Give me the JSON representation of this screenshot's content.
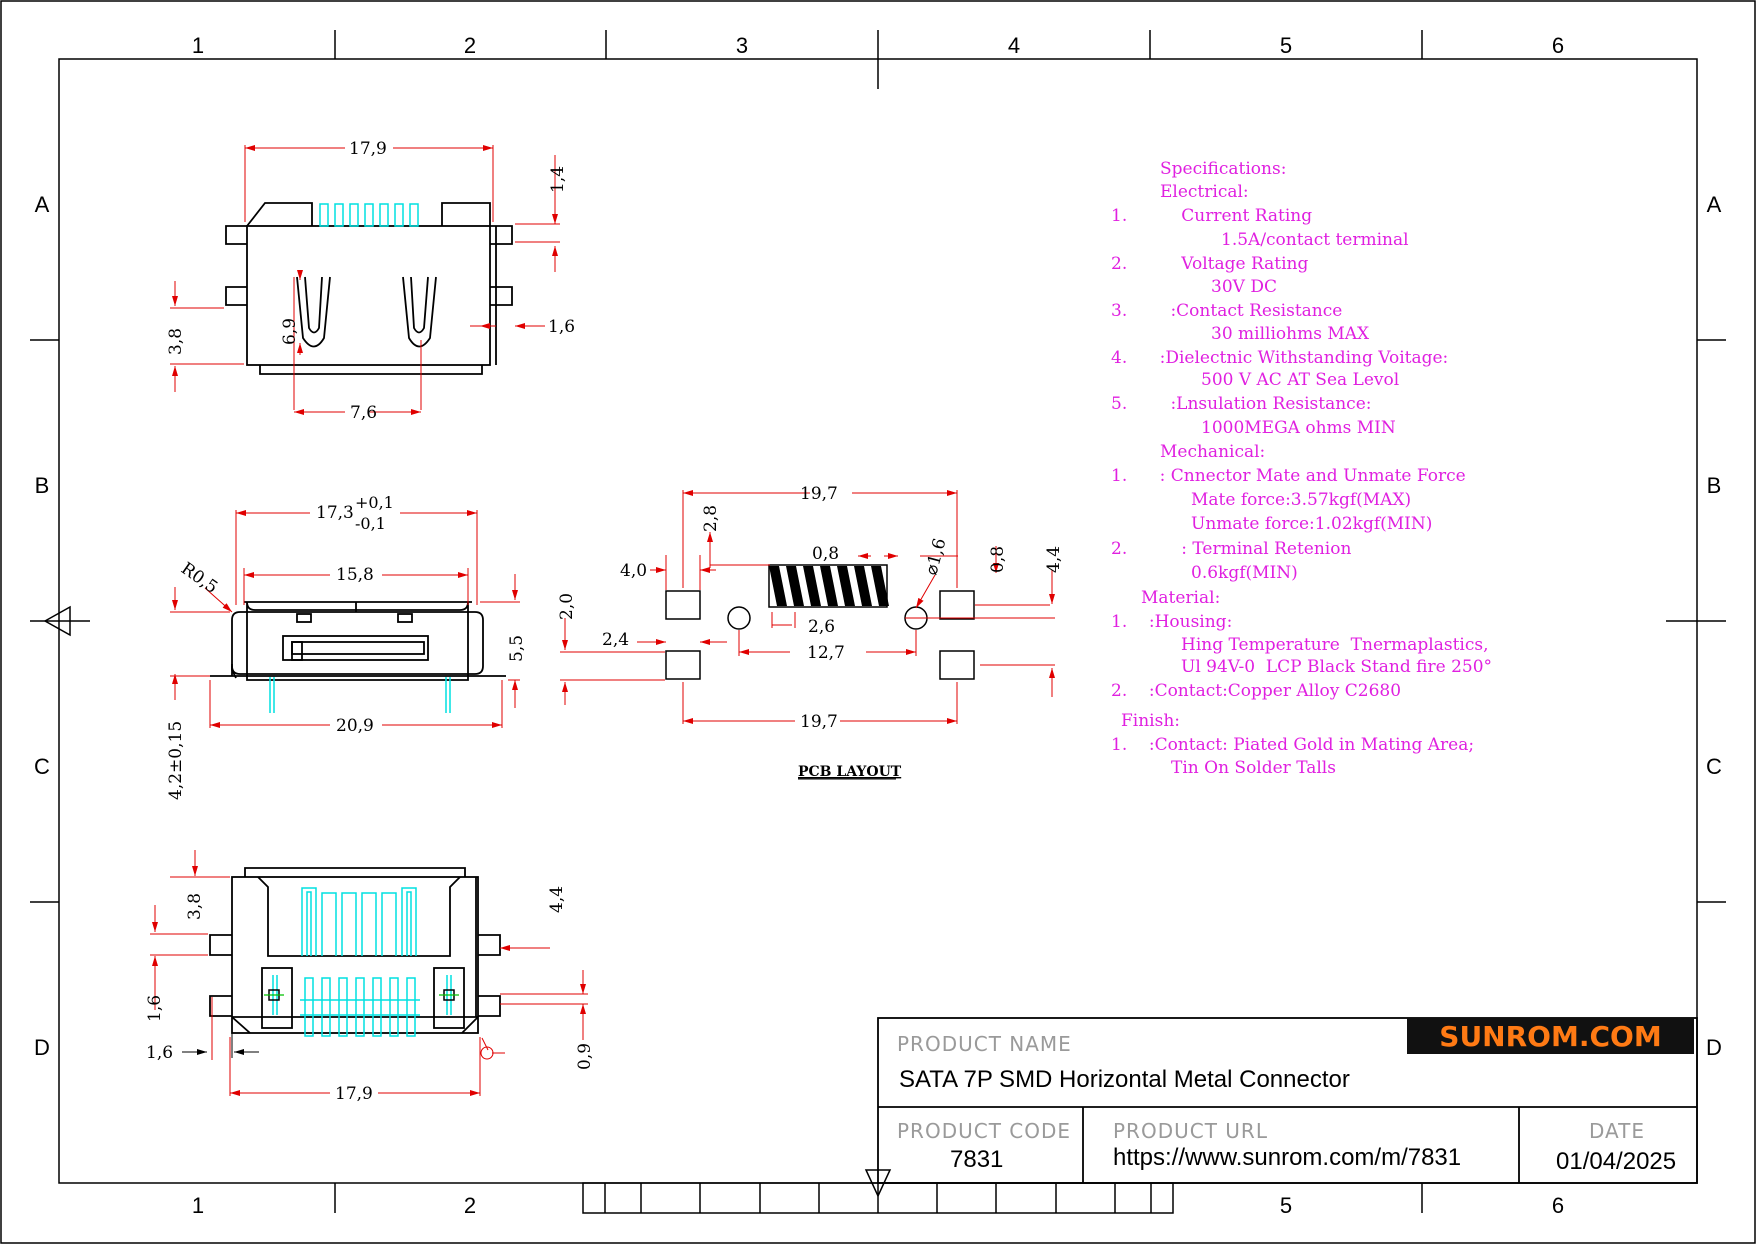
{
  "frame": {
    "columns": [
      "1",
      "2",
      "3",
      "4",
      "5",
      "6"
    ],
    "rows": [
      "A",
      "B",
      "C",
      "D"
    ]
  },
  "dimensions": {
    "top_width": "17,9",
    "top_right_height": "1,4",
    "top_pin_right": "1,6",
    "top_left_height": "3,8",
    "top_pin_height": "6,9",
    "top_pin_spacing": "7,6",
    "mid_width": "17,3",
    "mid_tol_plus": "+0,1",
    "mid_tol_minus": "-0,1",
    "mid_radius": "R0,5",
    "mid_inner_width": "15,8",
    "mid_height": "5,5",
    "mid_bottom_width": "20,9",
    "mid_total_height": "4,2±0,15",
    "pcb_top_width": "19,7",
    "pcb_pad_width": "4,0",
    "pcb_pad_gap": "2,8",
    "pcb_pitch": "0,8",
    "pcb_hole": "⌀1,6",
    "pcb_right_small": "0,8",
    "pcb_right_height": "4,4",
    "pcb_left_height": "2,0",
    "pcb_left_pad": "2,4",
    "pcb_pin_width": "2,6",
    "pcb_hole_span": "12,7",
    "pcb_bottom_width": "19,7",
    "bot_left_top": "3,8",
    "bot_right": "4,4",
    "bot_left_mid": "1,6",
    "bot_left_bottom": "1,6",
    "bot_right_bottom": "0,9",
    "bot_width": "17,9"
  },
  "pcb_layout_label": "PCB LAYOUT",
  "specifications": [
    "Specifications:",
    "Electrical:",
    "1.          Current Rating",
    "1.5A/contact terminal",
    "2.          Voltage Rating",
    "30V DC",
    "3.        :Contact Resistance",
    "30 milliohms MAX",
    "4.      :Dielectnic Withstanding Voitage:",
    "500 V AC AT Sea Levol",
    "5.        :Lnsulation Resistance:",
    "1000MEGA ohms MIN",
    "Mechanical:",
    "1.      : Cnnector Mate and Unmate Force",
    "Mate force:3.57kgf(MAX)",
    "Unmate force:1.02kgf(MIN)",
    "2.          : Terminal Retenion",
    "0.6kgf(MIN)",
    "Material:",
    "1.    :Housing:",
    "Hing Temperature  Tnermaplastics,",
    "Ul 94V-0  LCP Black Stand fire 250°",
    "2.    :Contact:Copper Alloy C2680",
    "Finish:",
    "1.    :Contact: Piated Gold in Mating Area;",
    "Tin On Solder Talls"
  ],
  "title_block": {
    "product_name_label": "PRODUCT NAME",
    "product_name": "SATA 7P SMD Horizontal Metal Connector",
    "product_code_label": "PRODUCT CODE",
    "product_code": "7831",
    "product_url_label": "PRODUCT URL",
    "product_url": "https://www.sunrom.com/m/7831",
    "date_label": "DATE",
    "date": "01/04/2025",
    "logo_text": "SUNROM.COM"
  },
  "colors": {
    "dimension": "#e00000",
    "outline": "#000000",
    "contacts": "#00e0e0",
    "specs": "#e020e0",
    "logo_text": "#ff7a14"
  }
}
